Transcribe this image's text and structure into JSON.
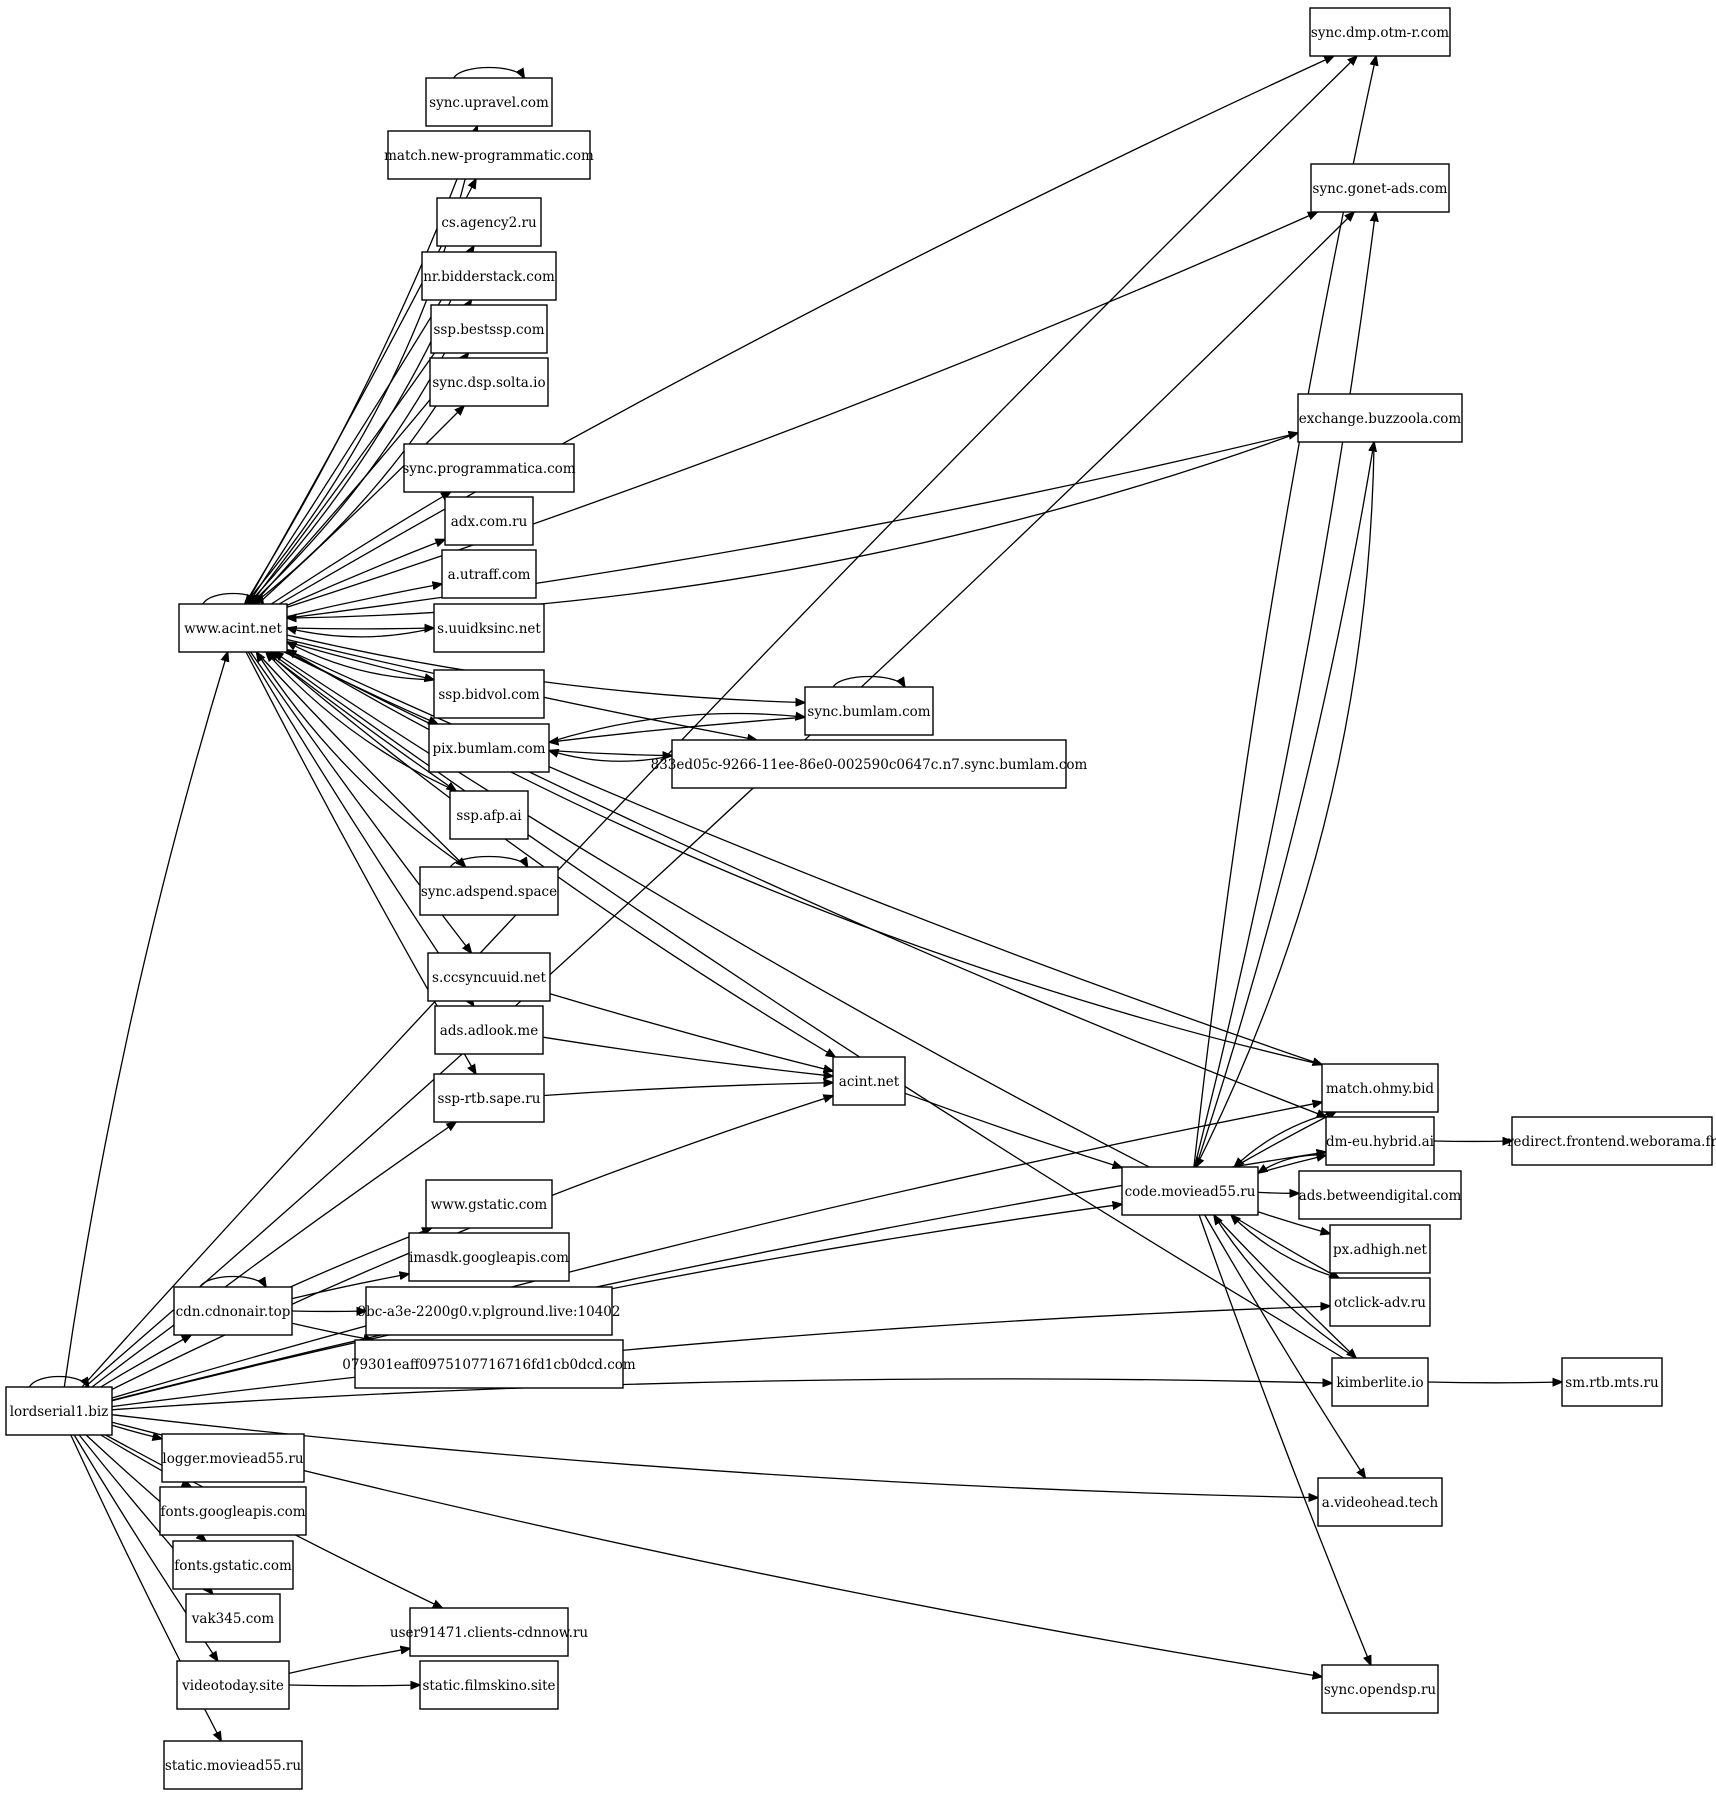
{
  "graph": {
    "nodes": [
      {
        "id": "n1",
        "label": "sync.dmp.otm-r.com"
      },
      {
        "id": "n2",
        "label": "sync.upravel.com"
      },
      {
        "id": "n3",
        "label": "match.new-programmatic.com"
      },
      {
        "id": "n4",
        "label": "sync.gonet-ads.com"
      },
      {
        "id": "n5",
        "label": "cs.agency2.ru"
      },
      {
        "id": "n6",
        "label": "nr.bidderstack.com"
      },
      {
        "id": "n7",
        "label": "ssp.bestssp.com"
      },
      {
        "id": "n8",
        "label": "sync.dsp.solta.io"
      },
      {
        "id": "n9",
        "label": "exchange.buzzoola.com"
      },
      {
        "id": "n10",
        "label": "sync.programmatica.com"
      },
      {
        "id": "n11",
        "label": "adx.com.ru"
      },
      {
        "id": "n12",
        "label": "a.utraff.com"
      },
      {
        "id": "n13",
        "label": "www.acint.net"
      },
      {
        "id": "n14",
        "label": "s.uuidksinc.net"
      },
      {
        "id": "n15",
        "label": "ssp.bidvol.com"
      },
      {
        "id": "n16",
        "label": "sync.bumlam.com"
      },
      {
        "id": "n17",
        "label": "pix.bumlam.com"
      },
      {
        "id": "n18",
        "label": "833ed05c-9266-11ee-86e0-002590c0647c.n7.sync.bumlam.com"
      },
      {
        "id": "n19",
        "label": "ssp.afp.ai"
      },
      {
        "id": "n20",
        "label": "sync.adspend.space"
      },
      {
        "id": "n21",
        "label": "s.ccsyncuuid.net"
      },
      {
        "id": "n22",
        "label": "ads.adlook.me"
      },
      {
        "id": "n23",
        "label": "acint.net"
      },
      {
        "id": "n24",
        "label": "match.ohmy.bid"
      },
      {
        "id": "n25",
        "label": "ssp-rtb.sape.ru"
      },
      {
        "id": "n26",
        "label": "dm-eu.hybrid.ai"
      },
      {
        "id": "n27",
        "label": "redirect.frontend.weborama.fr"
      },
      {
        "id": "n28",
        "label": "code.moviead55.ru"
      },
      {
        "id": "n29",
        "label": "ads.betweendigital.com"
      },
      {
        "id": "n30",
        "label": "www.gstatic.com"
      },
      {
        "id": "n31",
        "label": "px.adhigh.net"
      },
      {
        "id": "n32",
        "label": "imasdk.googleapis.com"
      },
      {
        "id": "n33",
        "label": "cdn.cdnonair.top"
      },
      {
        "id": "n34",
        "label": "9bc-a3e-2200g0.v.plground.live:10402"
      },
      {
        "id": "n35",
        "label": "otclick-adv.ru"
      },
      {
        "id": "n36",
        "label": "079301eaff0975107716716fd1cb0dcd.com"
      },
      {
        "id": "n37",
        "label": "kimberlite.io"
      },
      {
        "id": "n38",
        "label": "sm.rtb.mts.ru"
      },
      {
        "id": "n39",
        "label": "lordserial1.biz"
      },
      {
        "id": "n40",
        "label": "logger.moviead55.ru"
      },
      {
        "id": "n41",
        "label": "fonts.googleapis.com"
      },
      {
        "id": "n42",
        "label": "a.videohead.tech"
      },
      {
        "id": "n43",
        "label": "fonts.gstatic.com"
      },
      {
        "id": "n44",
        "label": "vak345.com"
      },
      {
        "id": "n45",
        "label": "user91471.clients-cdnnow.ru"
      },
      {
        "id": "n46",
        "label": "videotoday.site"
      },
      {
        "id": "n47",
        "label": "static.filmskino.site"
      },
      {
        "id": "n48",
        "label": "sync.opendsp.ru"
      },
      {
        "id": "n49",
        "label": "static.moviead55.ru"
      }
    ],
    "edges": [
      [
        "n39",
        "n1"
      ],
      [
        "n39",
        "n13"
      ],
      [
        "n39",
        "n25"
      ],
      [
        "n39",
        "n23"
      ],
      [
        "n39",
        "n24"
      ],
      [
        "n39",
        "n26"
      ],
      [
        "n39",
        "n28"
      ],
      [
        "n39",
        "n33"
      ],
      [
        "n39",
        "n35"
      ],
      [
        "n39",
        "n37"
      ],
      [
        "n39",
        "n40"
      ],
      [
        "n39",
        "n41"
      ],
      [
        "n39",
        "n43"
      ],
      [
        "n39",
        "n44"
      ],
      [
        "n39",
        "n45"
      ],
      [
        "n39",
        "n46"
      ],
      [
        "n39",
        "n42"
      ],
      [
        "n39",
        "n48"
      ],
      [
        "n39",
        "n49"
      ],
      [
        "n39",
        "n4"
      ],
      [
        "n39",
        "n39"
      ],
      [
        "n13",
        "n1"
      ],
      [
        "n13",
        "n2"
      ],
      [
        "n13",
        "n3"
      ],
      [
        "n13",
        "n4"
      ],
      [
        "n13",
        "n5"
      ],
      [
        "n13",
        "n6"
      ],
      [
        "n13",
        "n7"
      ],
      [
        "n13",
        "n8"
      ],
      [
        "n13",
        "n9"
      ],
      [
        "n13",
        "n10"
      ],
      [
        "n13",
        "n11"
      ],
      [
        "n13",
        "n12"
      ],
      [
        "n13",
        "n14"
      ],
      [
        "n13",
        "n15"
      ],
      [
        "n13",
        "n16"
      ],
      [
        "n13",
        "n17"
      ],
      [
        "n13",
        "n18"
      ],
      [
        "n13",
        "n19"
      ],
      [
        "n13",
        "n20"
      ],
      [
        "n13",
        "n21"
      ],
      [
        "n13",
        "n22"
      ],
      [
        "n13",
        "n23"
      ],
      [
        "n13",
        "n25"
      ],
      [
        "n13",
        "n24"
      ],
      [
        "n13",
        "n26"
      ],
      [
        "n13",
        "n13"
      ],
      [
        "n2",
        "n13"
      ],
      [
        "n5",
        "n13"
      ],
      [
        "n6",
        "n13"
      ],
      [
        "n7",
        "n13"
      ],
      [
        "n9",
        "n13"
      ],
      [
        "n14",
        "n13"
      ],
      [
        "n15",
        "n13"
      ],
      [
        "n19",
        "n13"
      ],
      [
        "n20",
        "n13"
      ],
      [
        "n24",
        "n13"
      ],
      [
        "n28",
        "n13"
      ],
      [
        "n37",
        "n13"
      ],
      [
        "n2",
        "n2"
      ],
      [
        "n20",
        "n20"
      ],
      [
        "n16",
        "n16"
      ],
      [
        "n33",
        "n33"
      ],
      [
        "n16",
        "n17"
      ],
      [
        "n17",
        "n16"
      ],
      [
        "n17",
        "n18"
      ],
      [
        "n18",
        "n17"
      ],
      [
        "n21",
        "n23"
      ],
      [
        "n22",
        "n23"
      ],
      [
        "n25",
        "n23"
      ],
      [
        "n23",
        "n28"
      ],
      [
        "n28",
        "n1"
      ],
      [
        "n28",
        "n4"
      ],
      [
        "n28",
        "n9"
      ],
      [
        "n9",
        "n28"
      ],
      [
        "n28",
        "n24"
      ],
      [
        "n24",
        "n28"
      ],
      [
        "n28",
        "n26"
      ],
      [
        "n26",
        "n28"
      ],
      [
        "n28",
        "n29"
      ],
      [
        "n28",
        "n31"
      ],
      [
        "n28",
        "n35"
      ],
      [
        "n35",
        "n28"
      ],
      [
        "n28",
        "n37"
      ],
      [
        "n37",
        "n28"
      ],
      [
        "n28",
        "n42"
      ],
      [
        "n28",
        "n48"
      ],
      [
        "n26",
        "n27"
      ],
      [
        "n37",
        "n38"
      ],
      [
        "n33",
        "n30"
      ],
      [
        "n33",
        "n32"
      ],
      [
        "n33",
        "n34"
      ],
      [
        "n33",
        "n36"
      ],
      [
        "n46",
        "n45"
      ],
      [
        "n46",
        "n47"
      ]
    ]
  }
}
